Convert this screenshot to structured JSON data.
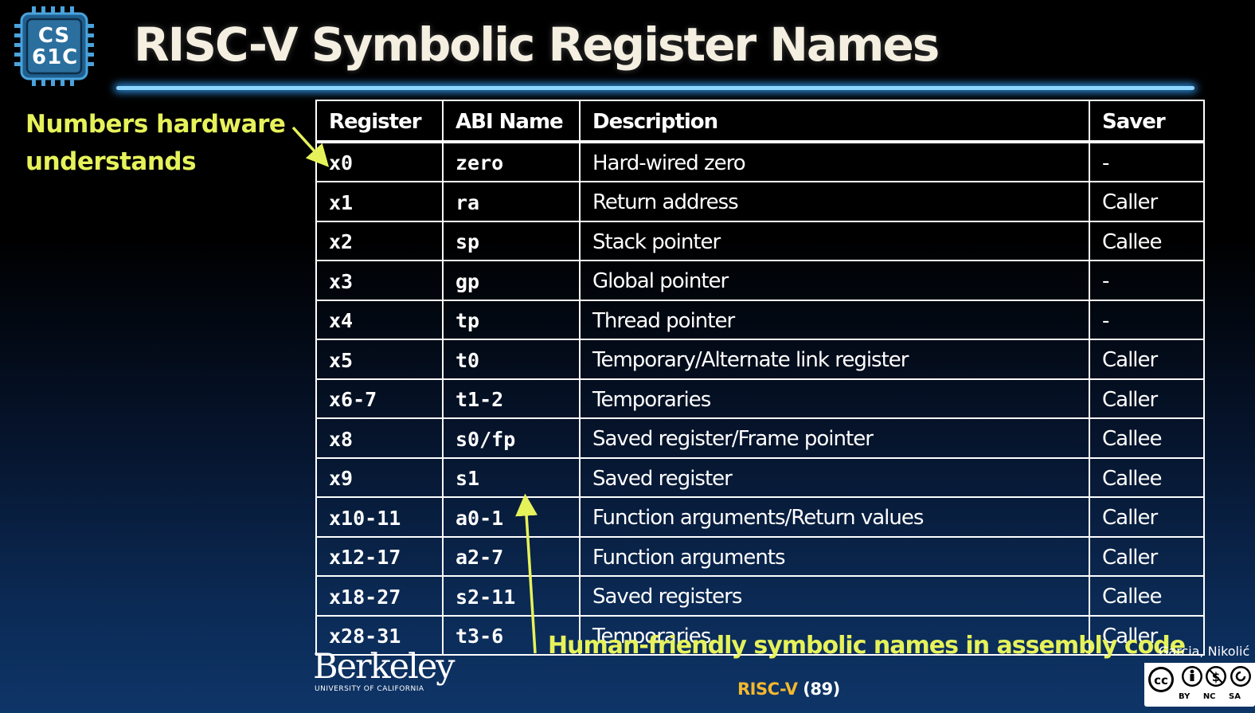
{
  "logo": {
    "line1": "CS",
    "line2": "61C"
  },
  "title": "RISC-V Symbolic Register Names",
  "notes": {
    "left_line1": "Numbers hardware",
    "left_line2": "understands",
    "bottom": "Human-friendly symbolic names in assembly code"
  },
  "table": {
    "headers": [
      "Register",
      "ABI Name",
      "Description",
      "Saver"
    ],
    "rows": [
      [
        "x0",
        "zero",
        "Hard-wired zero",
        "-"
      ],
      [
        "x1",
        "ra",
        "Return address",
        "Caller"
      ],
      [
        "x2",
        "sp",
        "Stack pointer",
        "Callee"
      ],
      [
        "x3",
        "gp",
        "Global pointer",
        "-"
      ],
      [
        "x4",
        "tp",
        "Thread pointer",
        "-"
      ],
      [
        "x5",
        "t0",
        "Temporary/Alternate link register",
        "Caller"
      ],
      [
        "x6-7",
        "t1-2",
        "Temporaries",
        "Caller"
      ],
      [
        "x8",
        "s0/fp",
        "Saved register/Frame pointer",
        "Callee"
      ],
      [
        "x9",
        "s1",
        "Saved register",
        "Callee"
      ],
      [
        "x10-11",
        "a0-1",
        "Function arguments/Return values",
        "Caller"
      ],
      [
        "x12-17",
        "a2-7",
        "Function arguments",
        "Caller"
      ],
      [
        "x18-27",
        "s2-11",
        "Saved registers",
        "Callee"
      ],
      [
        "x28-31",
        "t3-6",
        "Temporaries",
        "Caller"
      ]
    ]
  },
  "footer": {
    "university": "Berkeley",
    "university_sub": "UNIVERSITY OF CALIFORNIA",
    "topic": "RISC-V",
    "page": "(89)",
    "authors": "Garcia, Nikolić",
    "license_tags": [
      "BY",
      "NC",
      "SA"
    ]
  },
  "colors": {
    "title_text": "#f4efe0",
    "annotation": "#e6f25a",
    "rule_glow": "#2f8fe0",
    "footer_topic": "#f5b82e",
    "logo_fill": "#2b6f9e"
  }
}
